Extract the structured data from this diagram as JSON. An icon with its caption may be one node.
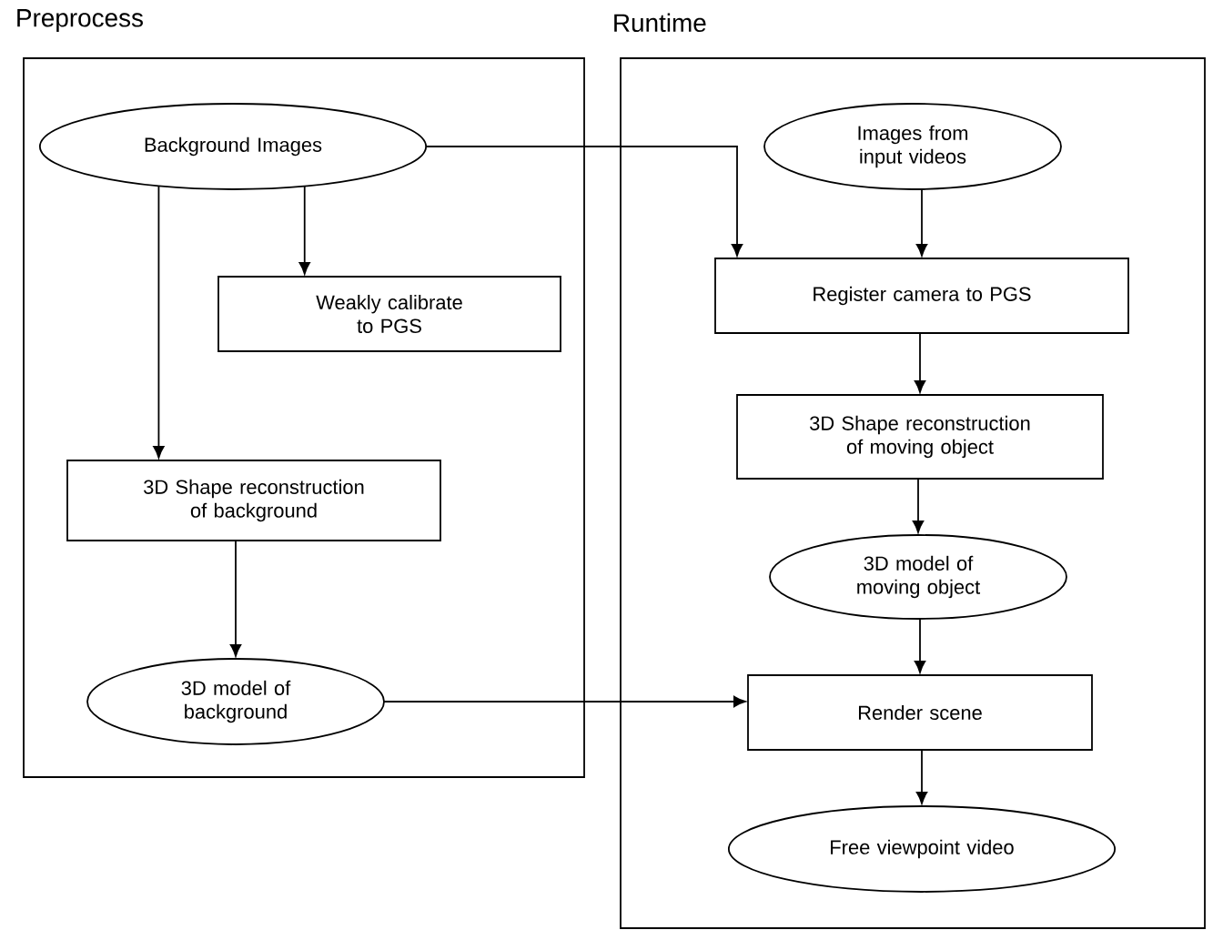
{
  "diagram": {
    "nodes": [
      {
        "text": [
          "Preprocess"
        ]
      },
      {
        "text": [
          "Background Images"
        ],
        "in": 0
      },
      {
        "text": [
          "Weakly calibrate to PGS"
        ],
        "in": 0
      },
      {
        "text": [
          "3D Shape reconstruction of background"
        ],
        "in": 0
      },
      {
        "text": [
          "3D model of background"
        ],
        "in": 0
      },
      {
        "text": [
          "Runtime"
        ]
      },
      {
        "text": [
          "Images from input videos"
        ],
        "in": 5
      },
      {
        "text": [
          "Register camera to PGS"
        ],
        "in": 5
      },
      {
        "text": [
          "3D Shape reconstruction of moving object"
        ],
        "in": 5
      },
      {
        "text": [
          "3D model of moving object"
        ],
        "in": 5
      },
      {
        "text": [
          "Render scene"
        ],
        "in": 5
      },
      {
        "text": [
          "Free viewpoint video"
        ],
        "in": 5
      }
    ],
    "edges": [
      {
        "from": 1,
        "to": 2,
        "arrow": "to"
      },
      {
        "from": 1,
        "to": 3,
        "arrow": "to"
      },
      {
        "from": 3,
        "to": 4,
        "arrow": "to"
      },
      {
        "from": 1,
        "to": 7,
        "arrow": "to"
      },
      {
        "from": 6,
        "to": 7,
        "arrow": "to"
      },
      {
        "from": 7,
        "to": 8,
        "arrow": "to"
      },
      {
        "from": 8,
        "to": 9,
        "arrow": "to"
      },
      {
        "from": 9,
        "to": 10,
        "arrow": "to"
      },
      {
        "from": 4,
        "to": 10,
        "arrow": "to"
      },
      {
        "from": 10,
        "to": 11,
        "arrow": "to"
      }
    ]
  }
}
